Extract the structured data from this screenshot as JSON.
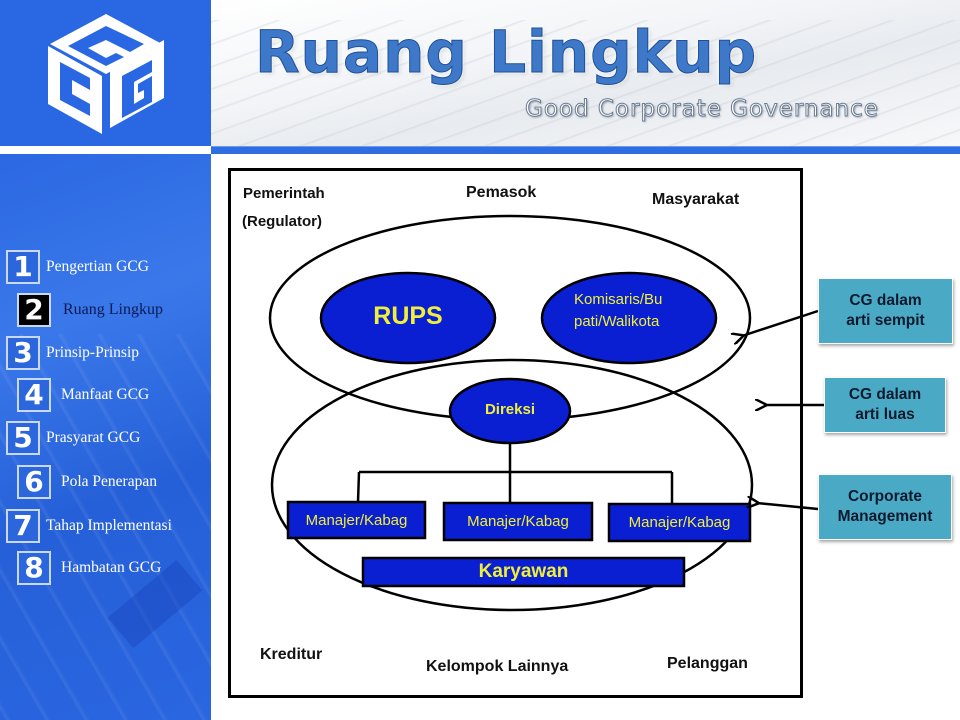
{
  "header": {
    "title": "Ruang Lingkup",
    "subtitle": "Good Corporate Governance",
    "logo_icon": "gcg-cube-logo-icon",
    "brand_color": "#2a67e3"
  },
  "sidebar": {
    "items": [
      {
        "number": "1",
        "label": "Pengertian GCG",
        "active": false
      },
      {
        "number": "2",
        "label": "Ruang Lingkup",
        "active": true
      },
      {
        "number": "3",
        "label": "Prinsip-Prinsip",
        "active": false
      },
      {
        "number": "4",
        "label": "Manfaat GCG",
        "active": false
      },
      {
        "number": "5",
        "label": "Prasyarat  GCG",
        "active": false
      },
      {
        "number": "6",
        "label": "Pola Penerapan",
        "active": false
      },
      {
        "number": "7",
        "label": "Tahap Implementasi",
        "active": false
      },
      {
        "number": "8",
        "label": "Hambatan GCG",
        "active": false
      }
    ]
  },
  "diagram": {
    "stakeholders": {
      "pemerintah": "Pemerintah",
      "regulator": "(Regulator)",
      "pemasok": "Pemasok",
      "masyarakat": "Masyarakat",
      "kreditur": "Kreditur",
      "kelompok_lainnya": "Kelompok  Lainnya",
      "pelanggan": "Pelanggan"
    },
    "nodes": {
      "rups": "RUPS",
      "komisaris_line1": "Komisaris/Bu",
      "komisaris_line2": "pati/Walikota",
      "direksi": "Direksi",
      "manajer": [
        "Manajer/Kabag",
        "Manajer/Kabag",
        "Manajer/Kabag"
      ],
      "karyawan": "Karyawan"
    },
    "callouts": {
      "sempit_line1": "CG dalam",
      "sempit_line2": "arti sempit",
      "luas_line1": "CG dalam",
      "luas_line2": "arti luas",
      "mgmt_line1": "Corporate",
      "mgmt_line2": "Management"
    },
    "colors": {
      "node_fill": "#0a1fd1",
      "node_text": "#f0f03a",
      "callout_fill": "#4aaac6"
    }
  }
}
